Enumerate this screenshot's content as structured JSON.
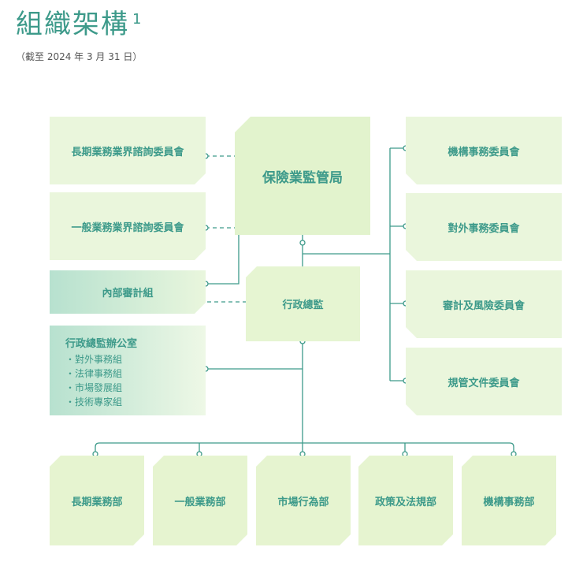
{
  "header": {
    "title": "組織架構",
    "title_note": "1",
    "subtitle": "（截至 2024 年 3 月 31 日）"
  },
  "regulator": "保險業監管局",
  "ceo": "行政總監",
  "advisory_committees": [
    "長期業務業界諮詢委員會",
    "一般業務業界諮詢委員會"
  ],
  "internal_audit": "內部審計組",
  "ceo_office": {
    "title": "行政總監辦公室",
    "units": [
      "對外事務組",
      "法律事務組",
      "市場發展組",
      "技術專家組"
    ]
  },
  "board_committees": [
    "機構事務委員會",
    "對外事務委員會",
    "審計及風險委員會",
    "規管文件委員會"
  ],
  "divisions": [
    "長期業務部",
    "一般業務部",
    "市場行為部",
    "政策及法規部",
    "機構事務部"
  ],
  "colors": {
    "accent": "#3d9a8a",
    "box_fill": "#eaf6dc",
    "gradient_start": "#b7e1cf"
  }
}
